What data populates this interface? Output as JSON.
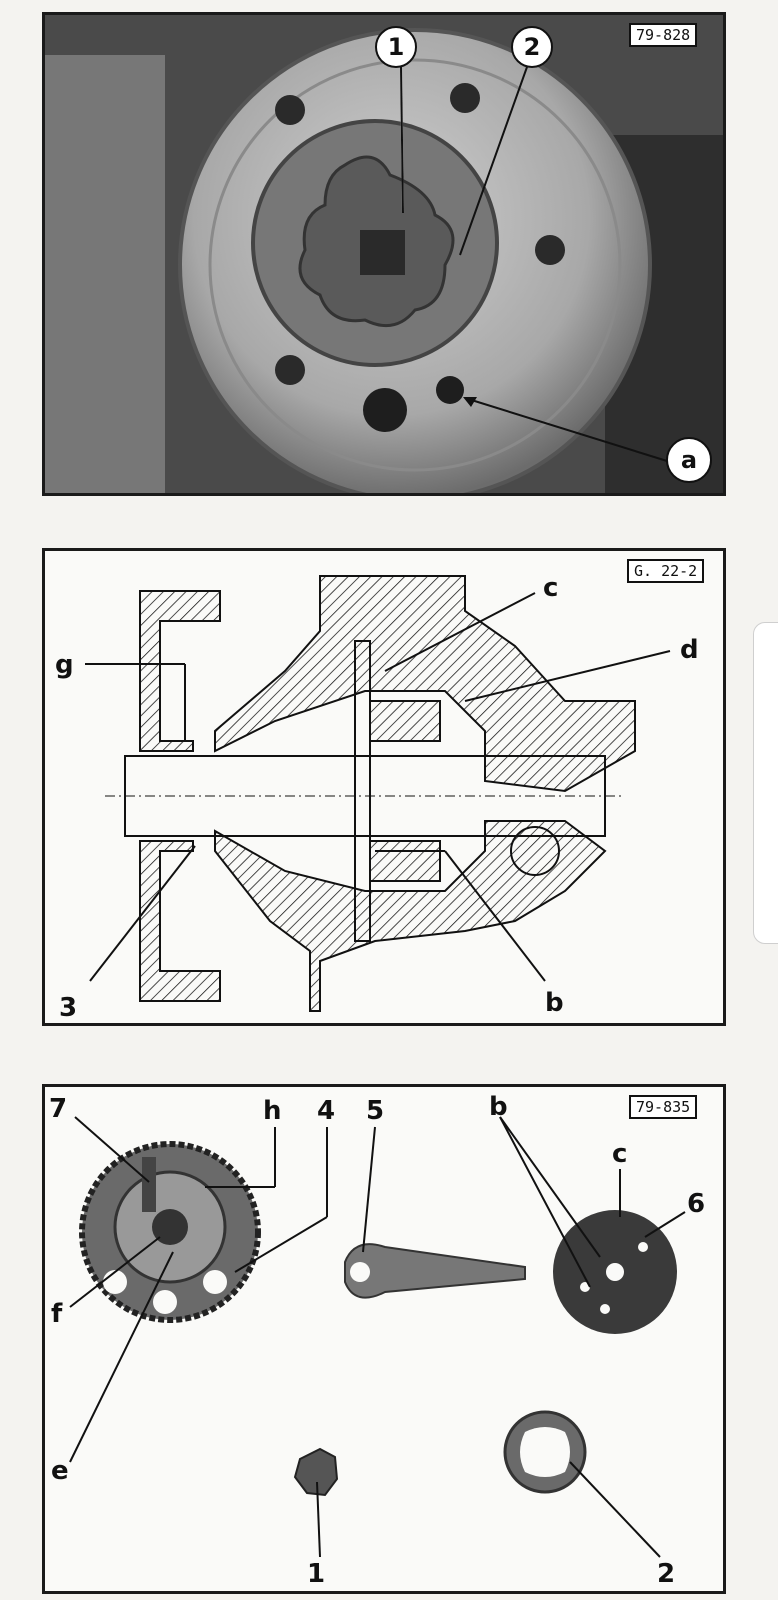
{
  "panel1": {
    "tag": "79-828",
    "labels": {
      "l1": "1",
      "l2": "2",
      "la": "a"
    }
  },
  "panel2": {
    "tag": "G. 22-2",
    "labels": {
      "g": "g",
      "c": "c",
      "d": "d",
      "three": "3",
      "b": "b"
    }
  },
  "panel3": {
    "tag": "79-835",
    "labels": {
      "seven": "7",
      "h": "h",
      "four": "4",
      "five": "5",
      "b": "b",
      "c": "c",
      "six": "6",
      "f": "f",
      "e": "e",
      "one": "1",
      "two": "2"
    }
  },
  "colors": {
    "photo_dark": "#3a3a3a",
    "metal": "#9a9a9a",
    "ink": "#111111"
  }
}
